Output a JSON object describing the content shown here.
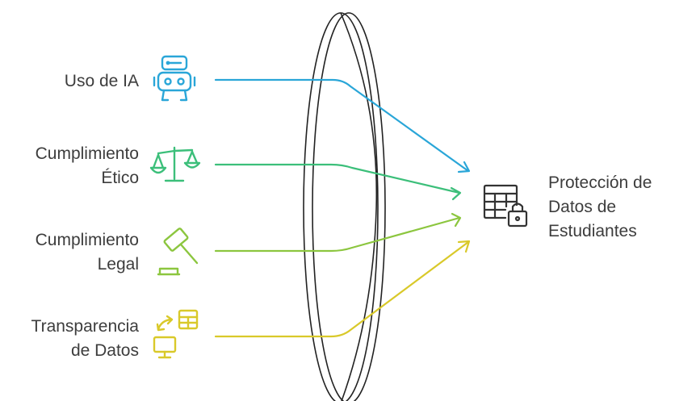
{
  "diagram": {
    "inputs": [
      {
        "lines": [
          "Uso de IA"
        ],
        "icon": "robot-icon",
        "color": "#2aa6d8"
      },
      {
        "lines": [
          "Cumplimiento",
          "Ético"
        ],
        "icon": "scales-icon",
        "color": "#3cbf7a"
      },
      {
        "lines": [
          "Cumplimiento",
          "Legal"
        ],
        "icon": "gavel-icon",
        "color": "#8cc63f"
      },
      {
        "lines": [
          "Transparencia",
          "de Datos"
        ],
        "icon": "data-exchange-icon",
        "color": "#d9c92a"
      }
    ],
    "lens": {
      "icon": "lens-filter",
      "color": "#222222"
    },
    "output": {
      "lines": [
        "Protección de",
        "Datos de",
        "Estudiantes"
      ],
      "icon": "locked-table-icon",
      "color": "#333333"
    }
  }
}
